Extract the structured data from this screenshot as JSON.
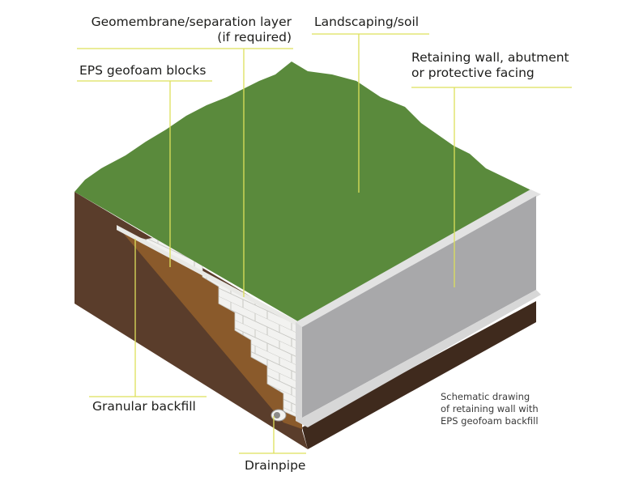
{
  "labels": {
    "geomembrane_line1": "Geomembrane/separation layer",
    "geomembrane_line2": "(if required)",
    "landscaping": "Landscaping/soil",
    "retaining_line1": "Retaining wall, abutment",
    "retaining_line2": "or protective facing",
    "eps_blocks": "EPS geofoam blocks",
    "granular_backfill": "Granular backfill",
    "drainpipe": "Drainpipe"
  },
  "caption": {
    "line1": "Schematic drawing",
    "line2": "of retaining wall with",
    "line3": "EPS geofoam backfill"
  },
  "colors": {
    "leader": "#dde05a",
    "grass_top": "#5a8a3c",
    "grass_edge": "#4e7a33",
    "soil_dark": "#5a3d2b",
    "soil_base": "#3f2a1d",
    "granular": "#8a5a2b",
    "eps_block": "#f2f2f0",
    "eps_grout": "#c8c8c4",
    "wall_front": "#a8a8aa",
    "wall_top": "#e2e2e2",
    "footing": "#d7d7d7"
  }
}
